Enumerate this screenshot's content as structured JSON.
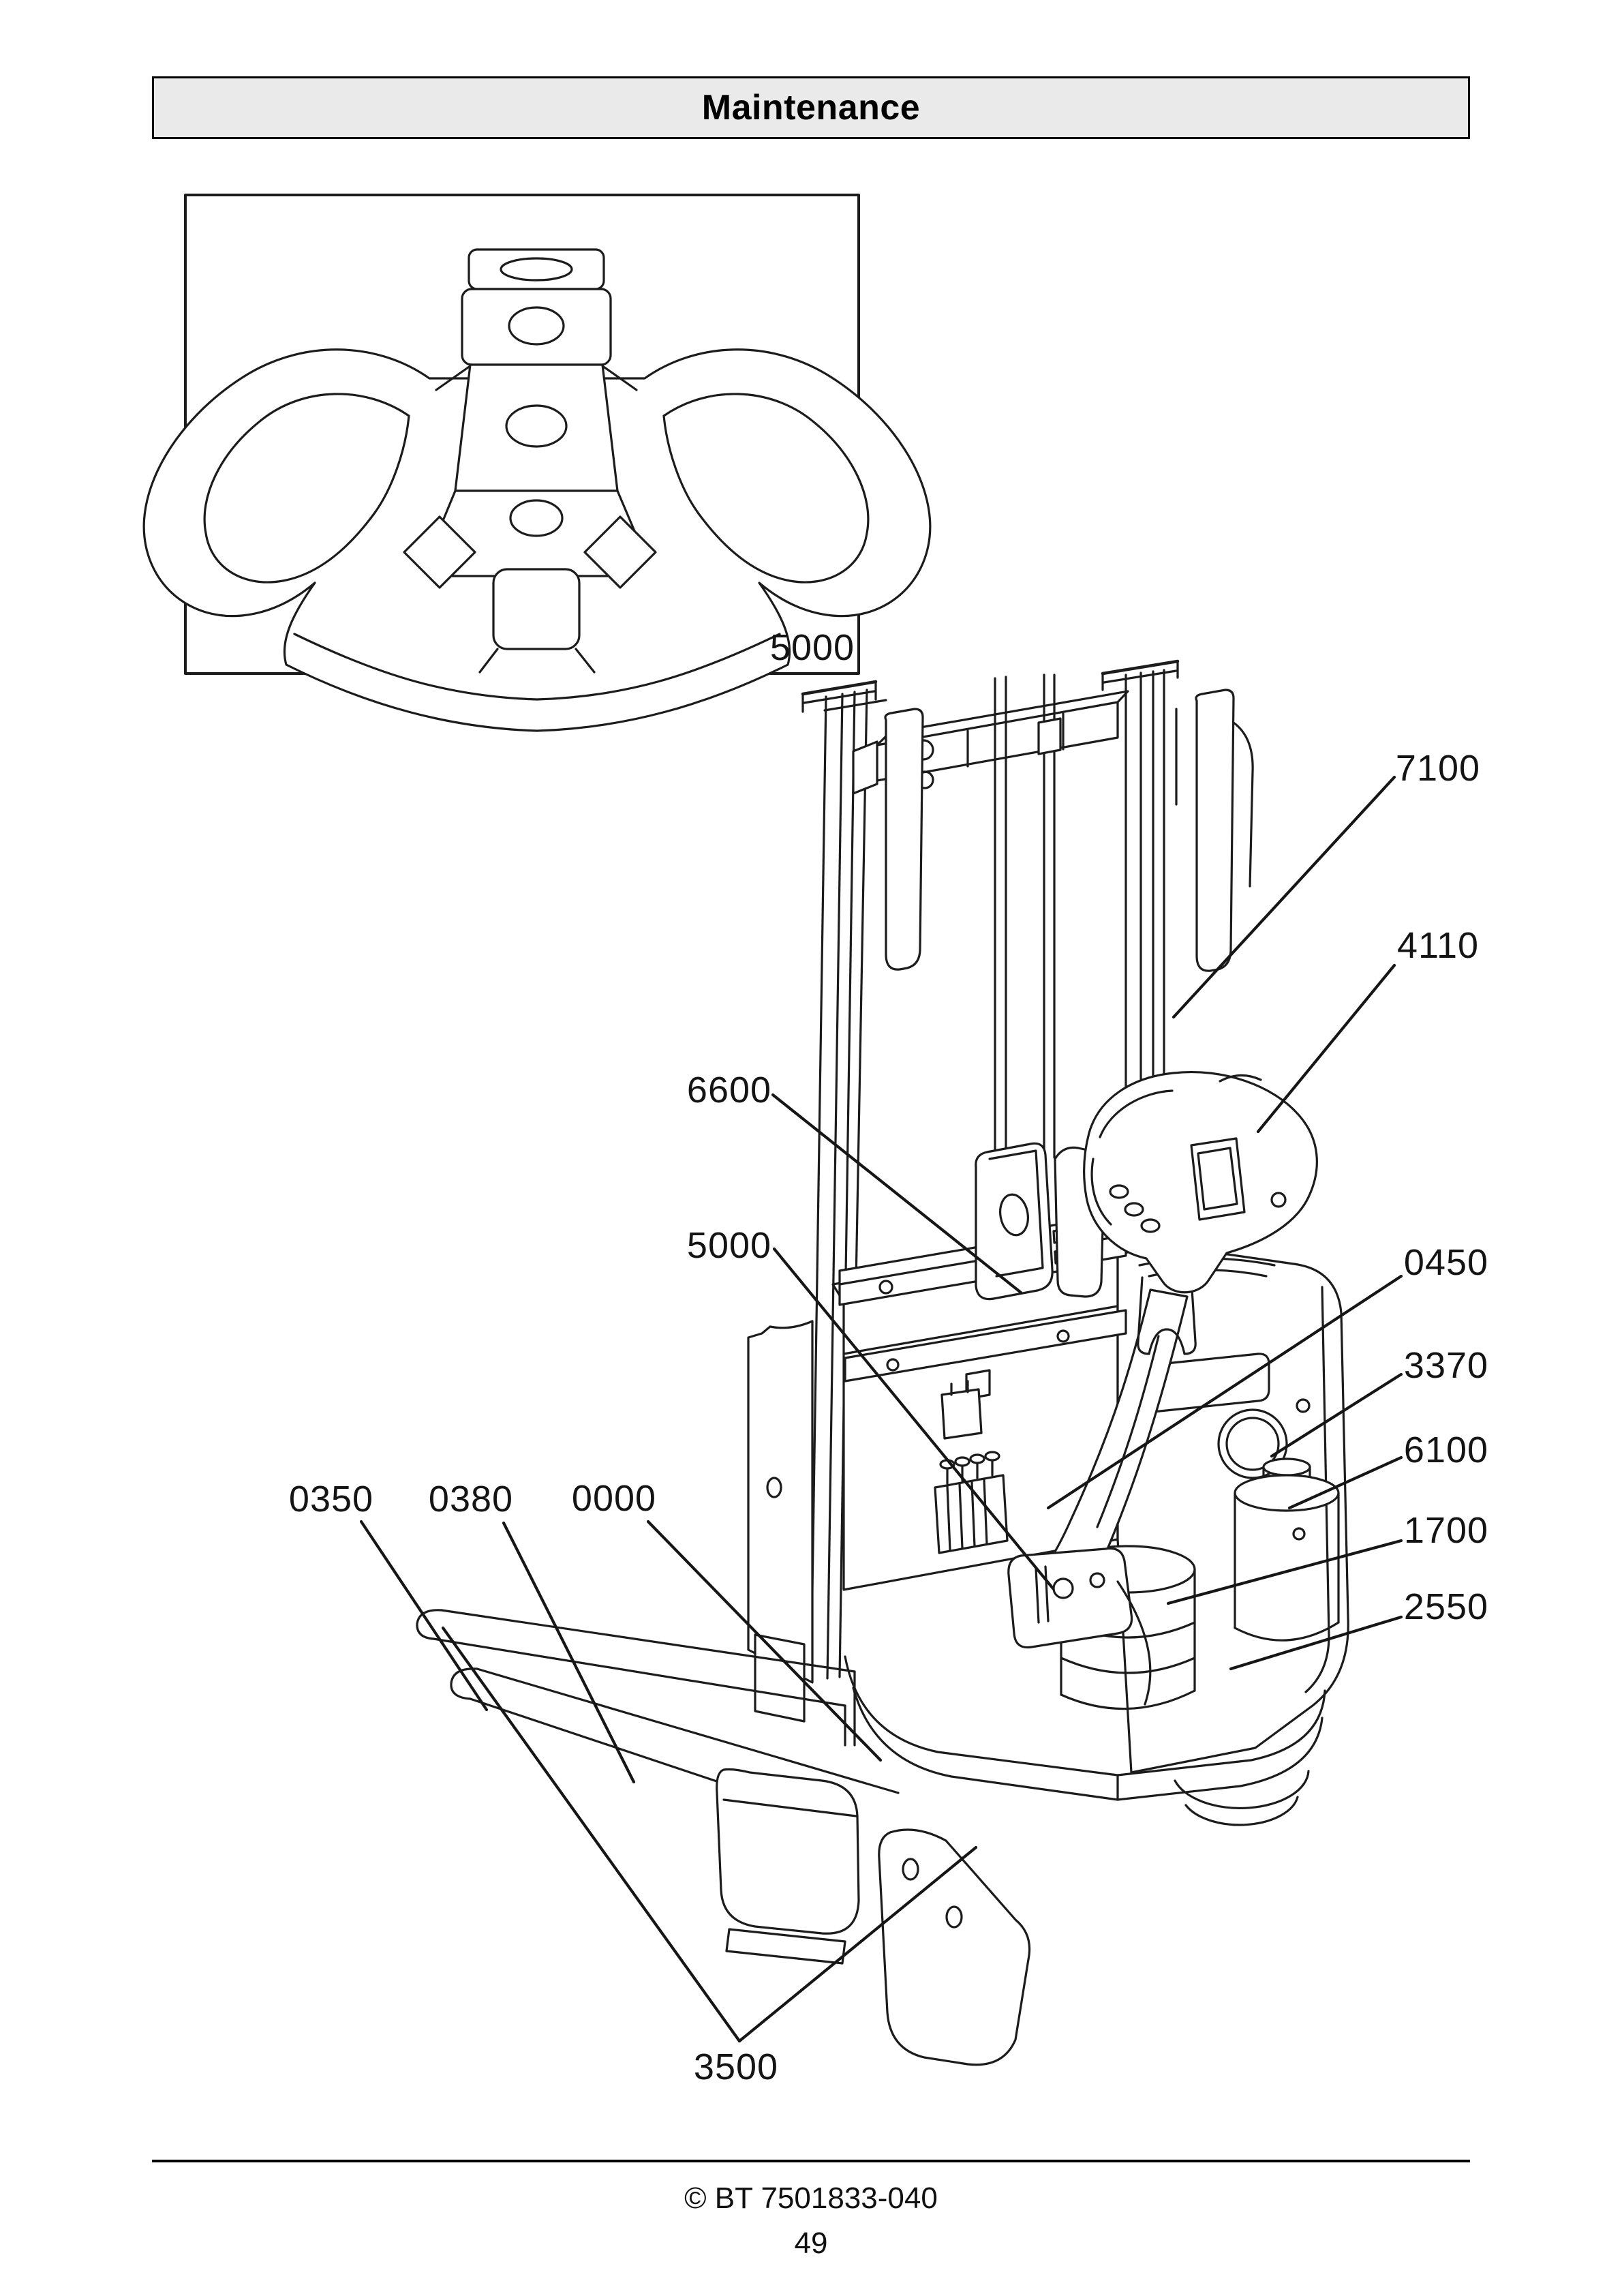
{
  "page": {
    "header_title": "Maintenance",
    "footer_copyright": "© BT 7501833-040",
    "footer_page_number": "49"
  },
  "inset": {
    "callout": "5000"
  },
  "callouts": [
    {
      "part": "7100"
    },
    {
      "part": "4110"
    },
    {
      "part": "6600"
    },
    {
      "part": "5000"
    },
    {
      "part": "0450"
    },
    {
      "part": "3370"
    },
    {
      "part": "6100"
    },
    {
      "part": "1700"
    },
    {
      "part": "2550"
    },
    {
      "part": "0350"
    },
    {
      "part": "0380"
    },
    {
      "part": "0000"
    },
    {
      "part": "3500"
    }
  ]
}
